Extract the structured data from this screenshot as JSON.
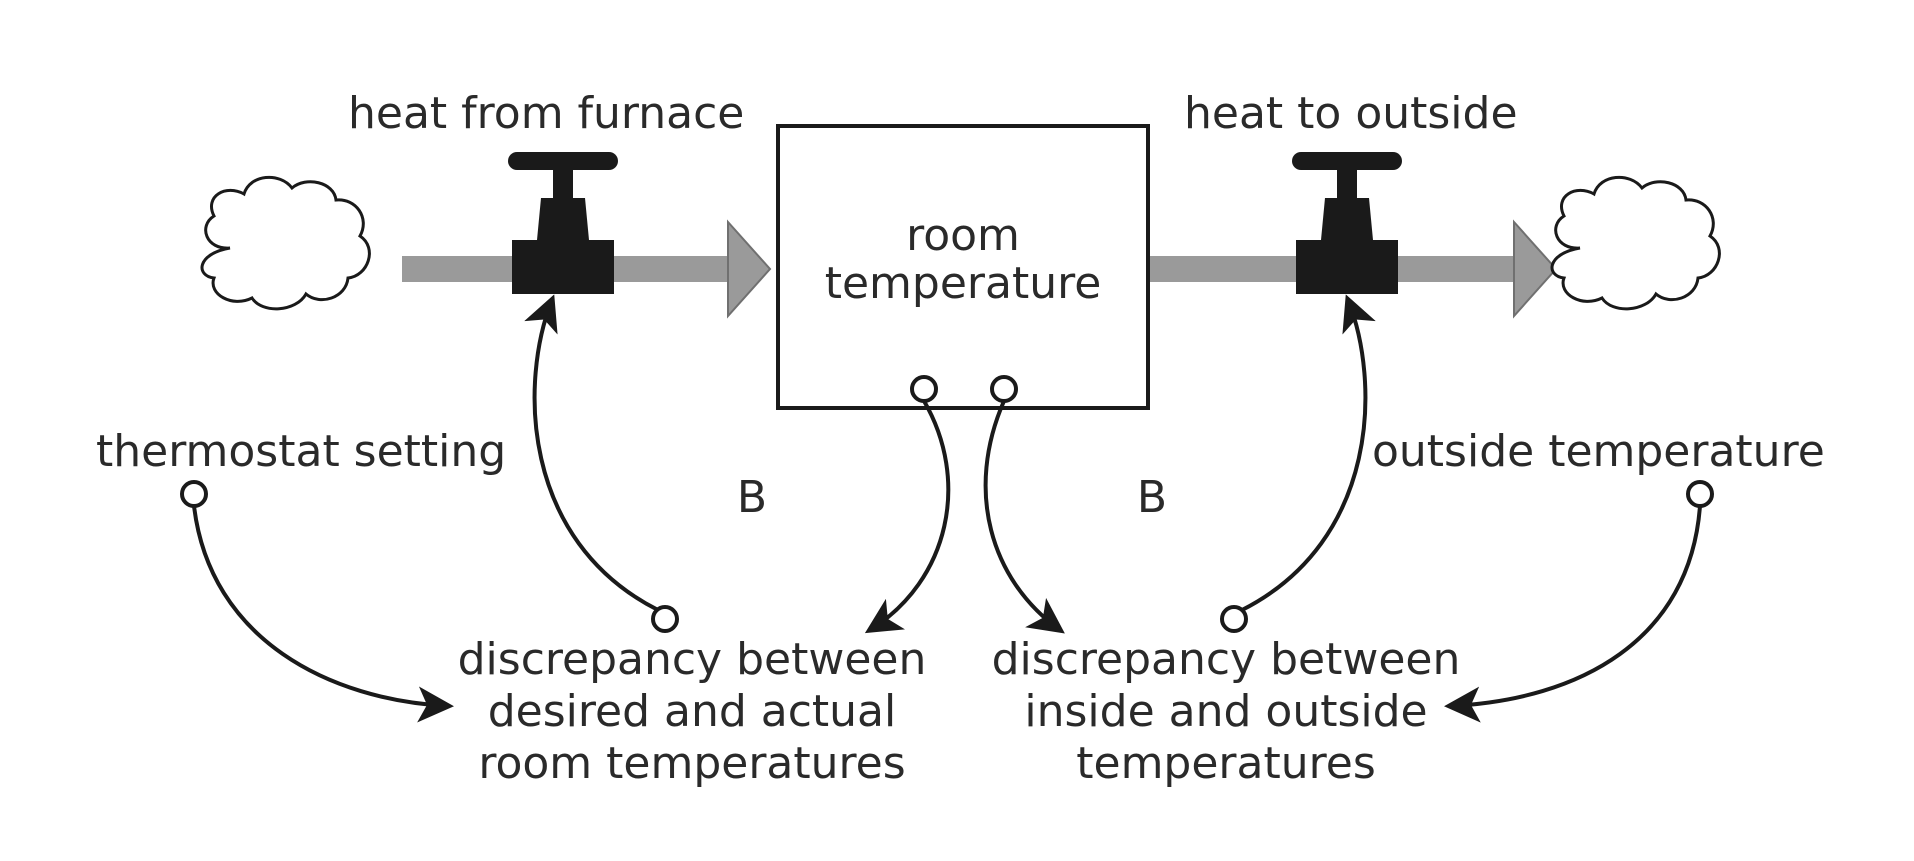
{
  "stock": {
    "label_line1": "room",
    "label_line2": "temperature"
  },
  "flows": {
    "inflow": "heat from furnace",
    "outflow": "heat to outside"
  },
  "variables": {
    "thermostat": "thermostat setting",
    "outside_temp": "outside temperature",
    "discrepancy_desired": {
      "line1": "discrepancy between",
      "line2": "desired and actual",
      "line3": "room temperatures"
    },
    "discrepancy_inside": {
      "line1": "discrepancy between",
      "line2": "inside and outside",
      "line3": "temperatures"
    }
  },
  "loops": {
    "left": "B",
    "right": "B"
  },
  "colors": {
    "pipe": "#9a9a9a",
    "ink": "#1a1a1a",
    "text": "#2a2a2a"
  },
  "icons": {
    "source": "cloud-icon",
    "sink": "cloud-icon",
    "valve": "valve-icon"
  }
}
